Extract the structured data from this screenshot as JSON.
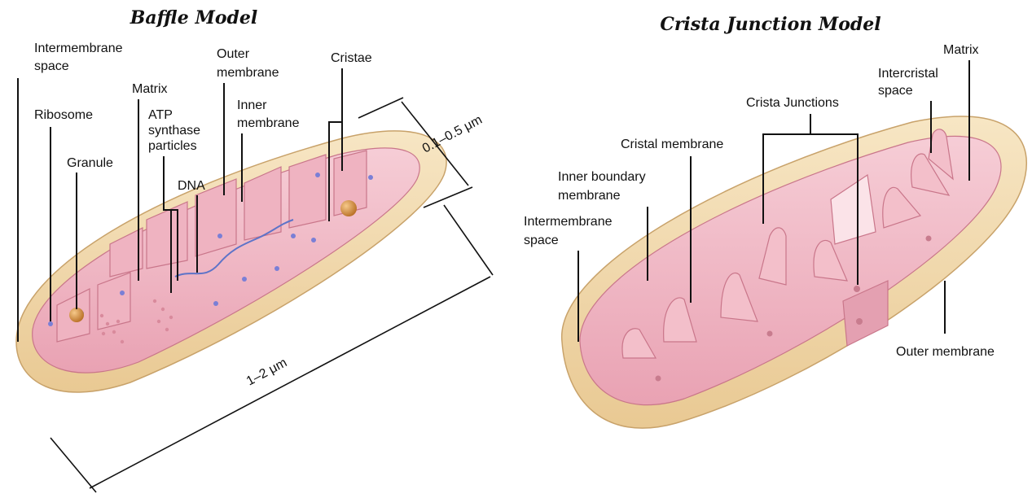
{
  "baffle": {
    "title": "Baffle Model",
    "labels": {
      "intermembrane_1": "Intermembrane",
      "intermembrane_2": "space",
      "ribosome": "Ribosome",
      "granule": "Granule",
      "matrix": "Matrix",
      "atp_1": "ATP",
      "atp_2": "synthase",
      "atp_3": "particles",
      "dna": "DNA",
      "outer_1": "Outer",
      "outer_2": "membrane",
      "inner_1": "Inner",
      "inner_2": "membrane",
      "cristae": "Cristae",
      "width_dim": "0.1–0.5 μm",
      "length_dim": "1–2 μm"
    }
  },
  "junction": {
    "title": "Crista Junction Model",
    "labels": {
      "matrix": "Matrix",
      "intercristal_1": "Intercristal",
      "intercristal_2": "space",
      "crista_junctions": "Crista Junctions",
      "cristal_membrane": "Cristal membrane",
      "inner_boundary_1": "Inner boundary",
      "inner_boundary_2": "membrane",
      "intermembrane_1": "Intermembrane",
      "intermembrane_2": "space",
      "outer_membrane": "Outer membrane"
    }
  },
  "colors": {
    "outer_shell": "#f3dcae",
    "outer_shell_dark": "#e2c08a",
    "inner_pink": "#f2b8c4",
    "inner_pink_dark": "#d98a9c",
    "particle": "#7a7fd6",
    "granule": "#d9943e"
  }
}
